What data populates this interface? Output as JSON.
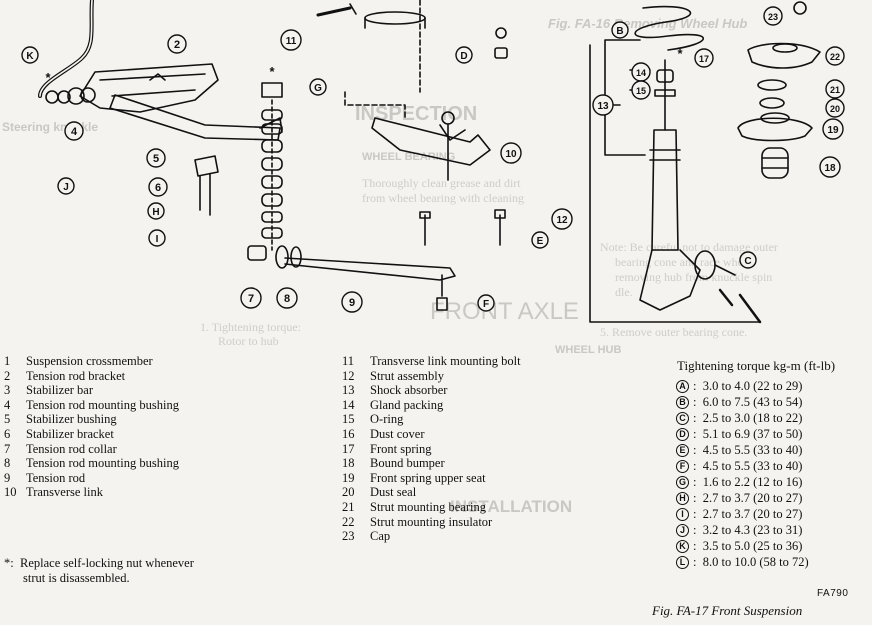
{
  "parts_left": [
    {
      "num": "1",
      "name": "Suspension crossmember"
    },
    {
      "num": "2",
      "name": "Tension rod bracket"
    },
    {
      "num": "3",
      "name": "Stabilizer bar"
    },
    {
      "num": "4",
      "name": "Tension rod mounting bushing"
    },
    {
      "num": "5",
      "name": "Stabilizer bushing"
    },
    {
      "num": "6",
      "name": "Stabilizer bracket"
    },
    {
      "num": "7",
      "name": "Tension rod collar"
    },
    {
      "num": "8",
      "name": "Tension rod mounting bushing"
    },
    {
      "num": "9",
      "name": "Tension rod"
    },
    {
      "num": "10",
      "name": "Transverse link"
    }
  ],
  "parts_right": [
    {
      "num": "11",
      "name": "Transverse link mounting bolt"
    },
    {
      "num": "12",
      "name": "Strut assembly"
    },
    {
      "num": "13",
      "name": "Shock absorber"
    },
    {
      "num": "14",
      "name": "Gland packing"
    },
    {
      "num": "15",
      "name": "O-ring"
    },
    {
      "num": "16",
      "name": "Dust cover"
    },
    {
      "num": "17",
      "name": "Front spring"
    },
    {
      "num": "18",
      "name": "Bound bumper"
    },
    {
      "num": "19",
      "name": "Front spring upper seat"
    },
    {
      "num": "20",
      "name": "Dust seal"
    },
    {
      "num": "21",
      "name": "Strut mounting bearing"
    },
    {
      "num": "22",
      "name": "Strut mounting insulator"
    },
    {
      "num": "23",
      "name": "Cap"
    }
  ],
  "torque_title": "Tightening torque  kg-m (ft-lb)",
  "torque": [
    {
      "letter": "A",
      "value": "3.0 to 4.0 (22 to 29)"
    },
    {
      "letter": "B",
      "value": "6.0 to 7.5 (43 to 54)"
    },
    {
      "letter": "C",
      "value": "2.5 to 3.0 (18 to 22)"
    },
    {
      "letter": "D",
      "value": "5.1 to 6.9 (37 to 50)"
    },
    {
      "letter": "E",
      "value": "4.5 to 5.5 (33 to 40)"
    },
    {
      "letter": "F",
      "value": "4.5 to 5.5 (33 to 40)"
    },
    {
      "letter": "G",
      "value": "1.6 to 2.2 (12 to 16)"
    },
    {
      "letter": "H",
      "value": "2.7 to 3.7 (20 to 27)"
    },
    {
      "letter": "I",
      "value": "2.7 to 3.7 (20 to 27)"
    },
    {
      "letter": "J",
      "value": "3.2 to 4.3 (23 to 31)"
    },
    {
      "letter": "K",
      "value": "3.5 to 5.0 (25 to 36)"
    },
    {
      "letter": "L",
      "value": "8.0 to 10.0 (58 to 72)"
    }
  ],
  "note": {
    "mark": "*:",
    "line1": "Replace self-locking nut whenever",
    "line2": "strut is disassembled."
  },
  "fig_code": "FA790",
  "fig_caption": "Fig. FA-17  Front Suspension",
  "diagram_labels": {
    "n2": "2",
    "n4": "4",
    "n5": "5",
    "n6": "6",
    "n7": "7",
    "n8": "8",
    "n9": "9",
    "n10": "10",
    "n11": "11",
    "n12": "12",
    "n13": "13",
    "n14": "14",
    "n15": "15",
    "n17": "17",
    "n18": "18",
    "n19": "19",
    "n20": "20",
    "n21": "21",
    "n22": "22",
    "n23": "23",
    "lG": "G",
    "lK": "K",
    "lJ": "J",
    "lH": "H",
    "lI": "I",
    "lD": "D",
    "lE": "E",
    "lF": "F",
    "lB": "B",
    "lC": "C",
    "star": "*"
  },
  "bleed": {
    "inspection": "INSPECTION",
    "wheel_bearing": "WHEEL BEARING",
    "front_axle": "FRONT AXLE",
    "wheel_hub": "WHEEL HUB",
    "installation": "INSTALLATION",
    "steering": "Steering knuckle",
    "tightening": "1. Tightening torque:",
    "rotor": "Rotor to hub",
    "note_careful": "Note: Be careful not to damage outer",
    "bearing_cone": "bearing cone and race when",
    "removing": "removing hub from knuckle spin",
    "dle": "dle.",
    "remove": "5. Remove outer bearing cone.",
    "thoroughly": "Thoroughly clean grease and dirt",
    "from_wheel": "from wheel bearing with cleaning",
    "fig_fa16": "Fig. FA-16  Removing Wheel Hub"
  }
}
